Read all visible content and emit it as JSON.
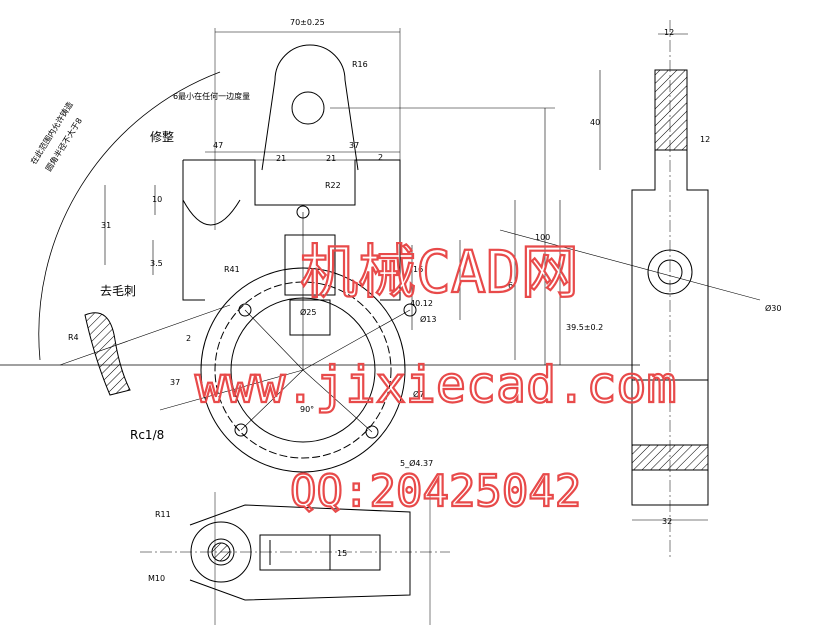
{
  "dimensions": {
    "top_width": "70±0.25",
    "r16": "R16",
    "wall_note": "6最小在任何一边度量",
    "d47": "47",
    "d21a": "21",
    "d21b": "21",
    "d37": "37",
    "d2": "2",
    "r22": "R22",
    "d10": "10",
    "d31": "31",
    "d3_5": "3.5",
    "r41": "R41",
    "d25": "Ø25",
    "d16": "16",
    "d40_12": "40.12",
    "d13": "Ø13",
    "d100": "100",
    "d6": "6",
    "r4": "R4",
    "d2b": "2",
    "d37b": "37",
    "d90": "90°",
    "d5_4_37": "5_Ø4.37",
    "d7": "Ø7",
    "side_top": "12",
    "side_40": "40",
    "side_12": "12",
    "side_30": "Ø30",
    "side_39": "39.5±0.2",
    "side_32": "32",
    "bottom_r11": "R11",
    "bottom_m10": "M10",
    "bottom_15": "15"
  },
  "labels": {
    "xiu_zheng": "修整",
    "qu_mao_ci": "去毛刺",
    "rc18": "Rc1/8",
    "arc_note_1": "在此范围内允许铸造",
    "arc_note_2": "圆角半径不大于8"
  },
  "watermark": {
    "line1": "机械CAD网",
    "line2": "www.jixiecad.com",
    "line3": "QQ:20425042"
  },
  "colors": {
    "line": "#000000",
    "watermark": "#e84a4a"
  }
}
